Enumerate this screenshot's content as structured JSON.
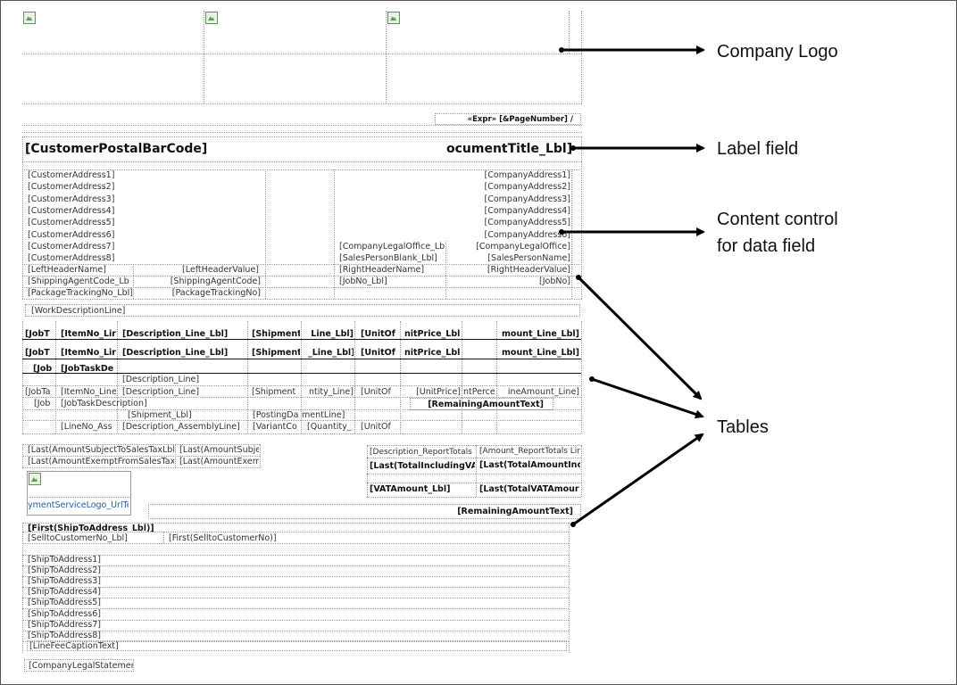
{
  "header_images": [
    "",
    "",
    ""
  ],
  "page_expr": "«Expr» [&PageNumber] /",
  "title_row": {
    "postal_barcode": "[CustomerPostalBarCode]",
    "document_title": "ocumentTitle_Lbl]"
  },
  "address_block": {
    "customer": [
      "[CustomerAddress1]",
      "[CustomerAddress2]",
      "[CustomerAddress3]",
      "[CustomerAddress4]",
      "[CustomerAddress5]",
      "[CustomerAddress6]",
      "[CustomerAddress7]",
      "[CustomerAddress8]"
    ],
    "company": [
      "[CompanyAddress1]",
      "[CompanyAddress2]",
      "[CompanyAddress3]",
      "[CompanyAddress4]",
      "[CompanyAddress5]",
      "[CompanyAddress6]",
      "[CompanyLegalOffice]"
    ],
    "company_legal_office_lbl": "[CompanyLegalOffice_Lb",
    "salesperson_blank_lbl": "[SalesPersonBlank_Lbl]",
    "salesperson_name": "[SalesPersonName]",
    "left_header_name": "[LeftHeaderName]",
    "left_header_value": "[LeftHeaderValue]",
    "right_header_name": "[RightHeaderName]",
    "right_header_value": "[RightHeaderValue]",
    "shipping_agent_lbl": "[ShippingAgentCode_Lb",
    "shipping_agent_code": "[ShippingAgentCode]",
    "job_no_lbl": "[JobNo_Lbl]",
    "job_no": "[JobNo]",
    "package_tracking_lbl": "[PackageTrackingNo_Lbl]",
    "package_tracking_no": "[PackageTrackingNo]"
  },
  "work_description": "[WorkDescriptionLine]",
  "lines_table": {
    "header1": [
      "[JobT",
      "[ItemNo_Lir",
      "[Description_Line_Lbl]",
      "[Shipment",
      "Line_Lbl]",
      "[UnitOf",
      "nitPrice_Lbl]",
      "",
      "mount_Line_Lbl]"
    ],
    "header2": [
      "[JobT",
      "[ItemNo_Lir",
      "[Description_Line_Lbl]",
      "[Shipment",
      "_Line_Lbl]",
      "[UnitOf",
      "nitPrice_Lbl]",
      "",
      "mount_Line_Lbl]"
    ],
    "header3": [
      "[Job",
      "[JobTaskDe"
    ],
    "desc_row": "[Description_Line]",
    "detail_row": [
      "[JobTa",
      "[ItemNo_Line",
      "[Description_Line]",
      "[Shipment",
      "ntity_Line]",
      "[UnitOf",
      "[UnitPrice]",
      "ntPerce",
      "ineAmount_Line]"
    ],
    "job_row": [
      "[Job",
      "[JobTaskDescription]"
    ],
    "remaining_amount_1": "[RemainingAmountText]",
    "shipment_row": [
      "[Shipment_Lbl]",
      "[PostingDa",
      "mentLine]"
    ],
    "assembly_row": [
      "[LineNo_Ass",
      "[Description_AssemblyLine]",
      "[VariantCo",
      "[Quantity_",
      "[UnitOf"
    ]
  },
  "totals_left": [
    [
      "[Last(AmountSubjectToSalesTaxLbl)",
      "[Last(AmountSubje"
    ],
    [
      "[Last(AmountExemptFromSalesTaxL",
      "[Last(AmountExem"
    ]
  ],
  "payment_service_logo": "ymentServiceLogo_UrlTe",
  "totals_right": {
    "description_totals": "[Description_ReportTotals",
    "amount_totals": "[Amount_ReportTotals Lir",
    "total_incl_vat_lbl": "[Last(TotalIncludingVAT",
    "total_amount_incl": "[Last(TotalAmountInc",
    "vat_amount_lbl": "[VATAmount_Lbl]",
    "total_vat_amount": "[Last(TotalVATAmour"
  },
  "remaining_amount_2": "[RemainingAmountText]",
  "ship_to": {
    "title": "[First(ShipToAddress_Lbl)]",
    "sell_to_lbl": "[SelltoCustomerNo_Lbl]",
    "sell_to_no": "[First(SelltoCustomerNo)]",
    "addresses": [
      "[ShipToAddress1]",
      "[ShipToAddress2]",
      "[ShipToAddress3]",
      "[ShipToAddress4]",
      "[ShipToAddress5]",
      "[ShipToAddress6]",
      "[ShipToAddress7]",
      "[ShipToAddress8]"
    ],
    "line_fee": "[LineFeeCaptionText]"
  },
  "company_legal_statement": "[CompanyLegalStatement]",
  "annotations": {
    "company_logo": "Company Logo",
    "label_field": "Label field",
    "content_control_1": "Content control",
    "content_control_2": "for data field",
    "tables": "Tables"
  }
}
